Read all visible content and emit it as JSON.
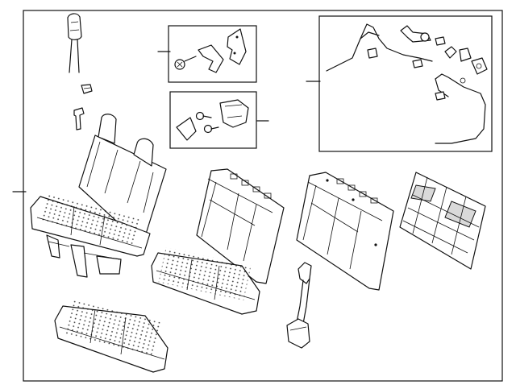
{
  "diagram": {
    "line_color": "#111111",
    "background": "#ffffff",
    "parts": [
      {
        "id": "headrest",
        "icon": "headrest-icon"
      },
      {
        "id": "headrest-guide",
        "icon": "guide-clip-icon"
      },
      {
        "id": "headrest-pin",
        "icon": "pin-icon"
      },
      {
        "id": "bracket-kit",
        "icon": "bracket-bolt-icon"
      },
      {
        "id": "cover-kit",
        "icon": "cover-screw-icon"
      },
      {
        "id": "wire-kit",
        "icon": "wire-harness-icon"
      },
      {
        "id": "seat-assembly",
        "icon": "bench-seat-icon"
      },
      {
        "id": "seat-cushion",
        "icon": "cushion-icon"
      },
      {
        "id": "seatback-left",
        "icon": "seatback-icon"
      },
      {
        "id": "seatback-right",
        "icon": "seatback-icon"
      },
      {
        "id": "seatback-frame",
        "icon": "seat-frame-icon"
      },
      {
        "id": "seat-belt",
        "icon": "seat-belt-icon"
      },
      {
        "id": "lower-cushion",
        "icon": "cushion-icon"
      }
    ]
  }
}
